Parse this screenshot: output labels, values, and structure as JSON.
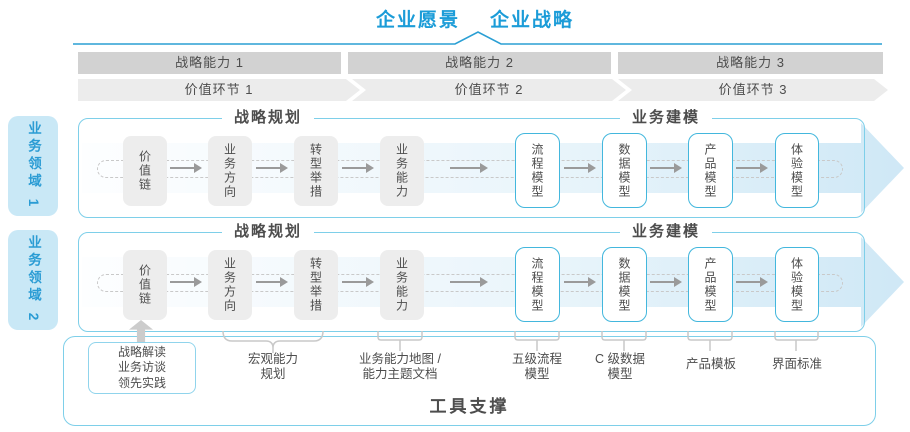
{
  "colors": {
    "accent_blue": "#1b9cd8",
    "panel_border": "#7ecfe9",
    "box_border_blue": "#43b7dd",
    "sidebar_bg": "#c9e8f6",
    "sidebar_text": "#2b9cd4",
    "capability_bar_bg": "#d2d2d2",
    "chevron_bg": "#ececec",
    "band_fill": "#cfe8f6",
    "text_dark": "#4d4d4d",
    "connector_gray": "#c9c9c9"
  },
  "header": {
    "vision": "企业愿景",
    "strategy": "企业战略"
  },
  "capability_bars": [
    "战略能力 1",
    "战略能力 2",
    "战略能力 3"
  ],
  "value_links": [
    "价值环节 1",
    "价值环节 2",
    "价值环节 3"
  ],
  "sidebar": {
    "domains": [
      "业务领域 1",
      "业务领域 2"
    ]
  },
  "rows": {
    "planning_title": "战略规划",
    "modeling_title": "业务建模",
    "planning_boxes": [
      "价值链",
      "业务方向",
      "转型举措",
      "业务能力"
    ],
    "modeling_boxes": [
      "流程模型",
      "数据模型",
      "产品模型",
      "体验模型"
    ]
  },
  "footer": {
    "title": "工具支撑",
    "practice_box": [
      "战略解读",
      "业务访谈",
      "领先实践"
    ],
    "labels": [
      [
        "宏观能力",
        "规划"
      ],
      [
        "业务能力地图 /",
        "能力主题文档"
      ],
      [
        "五级流程",
        "模型"
      ],
      [
        "C 级数据",
        "模型"
      ],
      [
        "产品模板"
      ],
      [
        "界面标准"
      ]
    ]
  }
}
